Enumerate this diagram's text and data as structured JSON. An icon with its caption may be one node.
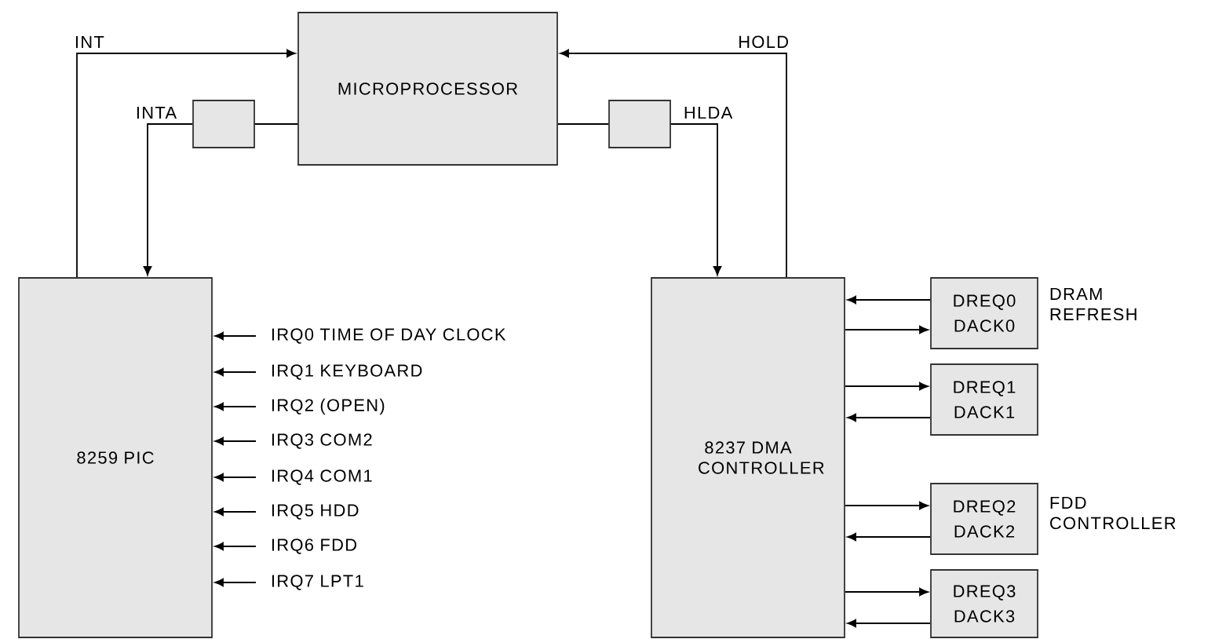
{
  "diagram": {
    "nodes": [
      {
        "text": [
          "MICROPROCESSOR"
        ]
      },
      {
        "text": [],
        "shape": "box"
      },
      {
        "text": [],
        "shape": "box"
      },
      {
        "text": [
          "8259 PIC"
        ]
      },
      {
        "text": [
          "8237 DMA CONTROLLER"
        ]
      },
      {
        "text": [
          "DREQ0",
          "DACK0"
        ],
        "beside": [
          "DRAM REFRESH"
        ]
      },
      {
        "text": [
          "DREQ1",
          "DACK1"
        ]
      },
      {
        "text": [
          "DREQ2",
          "DACK2"
        ],
        "beside": [
          "FDD CONTROLLER"
        ]
      },
      {
        "text": [
          "DREQ3",
          "DACK3"
        ]
      }
    ],
    "edges": [
      {
        "from": 3,
        "to": 0,
        "arrow": "to",
        "label": "INT"
      },
      {
        "from": 0,
        "to": 1,
        "arrow": "none"
      },
      {
        "from": 1,
        "to": 3,
        "arrow": "to",
        "label": "INTA"
      },
      {
        "from": 0,
        "to": 2,
        "arrow": "none"
      },
      {
        "from": 2,
        "to": 4,
        "arrow": "to",
        "label": "HLDA"
      },
      {
        "from": 4,
        "to": 0,
        "arrow": "to",
        "label": "HOLD"
      },
      {
        "from": null,
        "to": 3,
        "arrow": "to",
        "label": "IRQ0 TIME OF DAY CLOCK"
      },
      {
        "from": null,
        "to": 3,
        "arrow": "to",
        "label": "IRQ1 KEYBOARD"
      },
      {
        "from": null,
        "to": 3,
        "arrow": "to",
        "label": "IRQ2 (OPEN)"
      },
      {
        "from": null,
        "to": 3,
        "arrow": "to",
        "label": "IRQ3 COM2"
      },
      {
        "from": null,
        "to": 3,
        "arrow": "to",
        "label": "IRQ4 COM1"
      },
      {
        "from": null,
        "to": 3,
        "arrow": "to",
        "label": "IRQ5 HDD"
      },
      {
        "from": null,
        "to": 3,
        "arrow": "to",
        "label": "IRQ6 FDD"
      },
      {
        "from": null,
        "to": 3,
        "arrow": "to",
        "label": "IRQ7 LPT1"
      },
      {
        "from": 5,
        "to": 4,
        "arrow": "to"
      },
      {
        "from": 4,
        "to": 5,
        "arrow": "to"
      },
      {
        "from": 4,
        "to": 6,
        "arrow": "to"
      },
      {
        "from": 6,
        "to": 4,
        "arrow": "to"
      },
      {
        "from": 4,
        "to": 7,
        "arrow": "to"
      },
      {
        "from": 7,
        "to": 4,
        "arrow": "to"
      },
      {
        "from": 4,
        "to": 8,
        "arrow": "to"
      },
      {
        "from": 8,
        "to": 4,
        "arrow": "to"
      }
    ]
  }
}
